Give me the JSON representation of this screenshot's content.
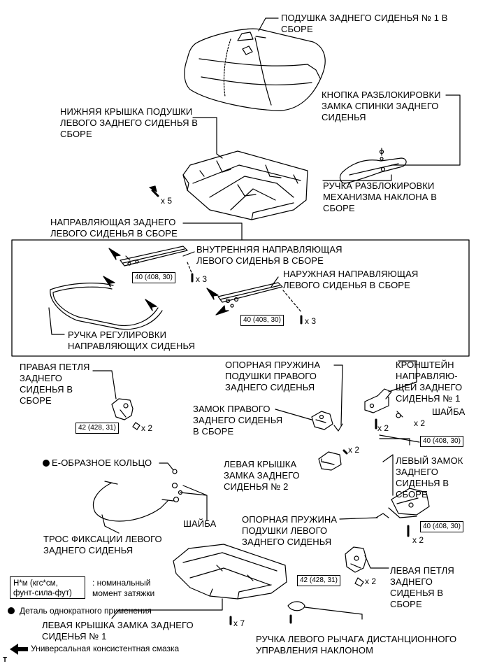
{
  "labels": {
    "seat_cushion": "ПОДУШКА ЗАДНЕГО СИДЕНЬЯ № 1 В\nСБОРЕ",
    "unlock_button": "КНОПКА РАЗБЛОКИРОВКИ\nЗАМКА СПИНКИ ЗАДНЕГО\nСИДЕНЬЯ",
    "lower_cover": "НИЖНЯЯ КРЫШКА ПОДУШКИ\nЛЕВОГО ЗАДНЕГО СИДЕНЬЯ В\nСБОРЕ",
    "recline_handle": "РУЧКА РАЗБЛОКИРОВКИ\nМЕХАНИЗМА НАКЛОНА В\nСБОРЕ",
    "adjuster_assy": "НАПРАВЛЯЮЩАЯ ЗАДНЕГО\nЛЕВОГО СИДЕНЬЯ В СБОРЕ",
    "inner_adjuster": "ВНУТРЕННЯЯ НАПРАВЛЯЮЩАЯ\nЛЕВОГО СИДЕНЬЯ В СБОРЕ",
    "outer_adjuster": "НАРУЖНАЯ НАПРАВЛЯЮЩАЯ\nЛЕВОГО СИДЕНЬЯ В СБОРЕ",
    "adjuster_handle": "РУЧКА РЕГУЛИРОВКИ\nНАПРАВЛЯЮЩИХ СИДЕНЬЯ",
    "right_hinge": "ПРАВАЯ ПЕТЛЯ\nЗАДНЕГО\nСИДЕНЬЯ В\nСБОРЕ",
    "right_spring": "ОПОРНАЯ ПРУЖИНА\nПОДУШКИ ПРАВОГО\nЗАДНЕГО СИДЕНЬЯ",
    "bracket": "КРОНШТЕЙН\nНАПРАВЛЯЮ-\nЩЕЙ ЗАДНЕГО\nСИДЕНЬЯ № 1",
    "right_lock": "ЗАМОК ПРАВОГО\nЗАДНЕГО СИДЕНЬЯ\nВ СБОРЕ",
    "washer_right": "ШАЙБА",
    "left_lock_cover2": "ЛЕВАЯ КРЫШКА\nЗАМКА ЗАДНЕГО\nСИДЕНЬЯ № 2",
    "e_ring": "E-ОБРАЗНОЕ КОЛЬЦО",
    "left_lock": "ЛЕВЫЙ ЗАМОК\nЗАДНЕГО\nСИДЕНЬЯ В\nСБОРЕ",
    "washer_left": "ШАЙБА",
    "cable": "ТРОС ФИКСАЦИИ ЛЕВОГО\nЗАДНЕГО СИДЕНЬЯ",
    "left_spring": "ОПОРНАЯ ПРУЖИНА\nПОДУШКИ ЛЕВОГО\nЗАДНЕГО СИДЕНЬЯ",
    "left_hinge": "ЛЕВАЯ ПЕТЛЯ\nЗАДНЕГО\nСИДЕНЬЯ В\nСБОРЕ",
    "left_lock_cover1": "ЛЕВАЯ КРЫШКА ЗАМКА ЗАДНЕГО\nСИДЕНЬЯ № 1",
    "remote_lever_knob": "РУЧКА ЛЕВОГО РЫЧАГА ДИСТАНЦИОННОГО\nУПРАВЛЕНИЯ НАКЛОНОМ"
  },
  "torques": {
    "inner": "40 (408, 30)",
    "outer": "40 (408, 30)",
    "right_hinge": "42 (428, 31)",
    "bracket": "40 (408, 30)",
    "left_lock": "40 (408, 30)",
    "left_hinge": "42 (428, 31)"
  },
  "quantities": {
    "x5": "x 5",
    "x3_inner": "x 3",
    "x3_outer": "x 3",
    "x2_right_hinge": "x 2",
    "x2_washer": "x 2",
    "x2_bracket": "x 2",
    "x2_cover2": "x 2",
    "x2_left_lock": "x 2",
    "x2_left_hinge": "x 2",
    "x7": "x 7"
  },
  "legend": {
    "unit_box": "Н*м (кгс*см,\nфунт-сила-фут)",
    "unit_desc": ": номинальный\nмомент затяжки",
    "non_reusable": "Деталь однократного применения",
    "grease": "Универсальная консистентная смазка"
  },
  "corner_mark": "T"
}
